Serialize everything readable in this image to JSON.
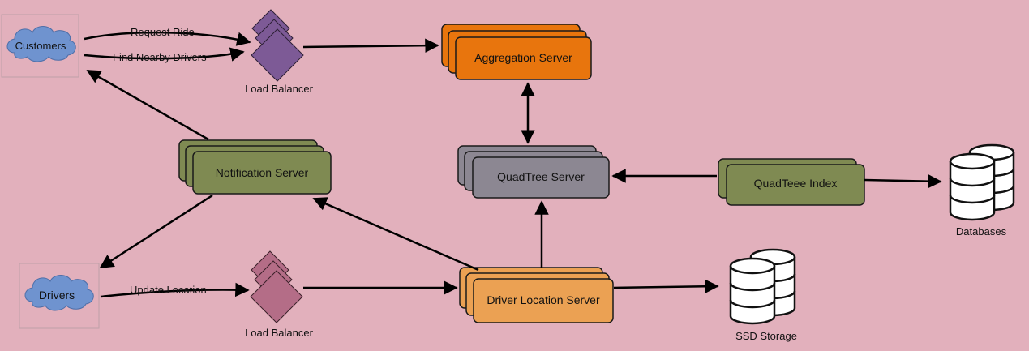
{
  "customers": {
    "label": "Customers"
  },
  "drivers": {
    "label": "Drivers"
  },
  "edges": {
    "request_ride": "Request Ride",
    "find_nearby": "Find Nearby Drivers",
    "update_location": "Update Location"
  },
  "load_balancer_top": {
    "label": "Load Balancer"
  },
  "load_balancer_bottom": {
    "label": "Load Balancer"
  },
  "aggregation_server": {
    "label": "Aggregation Server"
  },
  "quadtree_server": {
    "label": "QuadTree Server"
  },
  "quadtree_index": {
    "label": "QuadTeee Index"
  },
  "notification_server": {
    "label": "Notification Server"
  },
  "driver_location_server": {
    "label": "Driver Location Server"
  },
  "databases": {
    "label": "Databases"
  },
  "ssd_storage": {
    "label": "SSD Storage"
  },
  "colors": {
    "background": "#e2b0bc",
    "aggregation": "#e8750d",
    "quadtree": "#8c8792",
    "olive": "#7f8a52",
    "driver_location": "#eba153",
    "lb_top": "#7d5a96",
    "lb_bottom": "#b46d87",
    "cloud": "#6f93cf"
  }
}
